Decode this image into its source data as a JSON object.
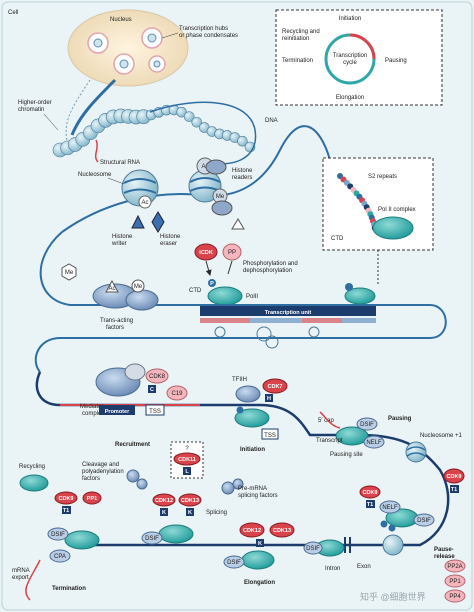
{
  "cell_label": "Cell",
  "nucleus": {
    "label": "Nucleus",
    "hubs_label": "Transcription hubs or phase condensates"
  },
  "cycle": {
    "initiation": "Initiation",
    "recycling": "Recycling and reinitiation",
    "pausing": "Pausing",
    "termination": "Termination",
    "center": "Transcription cycle",
    "elongation": "Elongation"
  },
  "chromatin": {
    "higher_order": "Higher-order chromatin",
    "dna": "DNA",
    "structural_rna": "Structural RNA"
  },
  "nucleosome": {
    "nucleosome": "Nucleosome",
    "histone_readers": "Histone readers",
    "histone_writer": "Histone writer",
    "histone_eraser": "Histone eraser",
    "ac": "Ac",
    "me": "Me"
  },
  "pol2": {
    "s2_repeats": "S2 repeats",
    "complex": "Pol II complex",
    "ctd": "CTD"
  },
  "phospho": {
    "tcdk": "tCDK",
    "pp": "PP",
    "label": "Phosphorylation and dephosphorylation",
    "ctd": "CTD",
    "pol2": "PolII",
    "p": "P"
  },
  "trans_acting": {
    "label": "Trans-acting factors",
    "ac": "Ac",
    "me": "Me"
  },
  "transcription_unit": "Transcription unit",
  "recruitment": {
    "mediator": "Mediator complex",
    "cdk8": "CDK8",
    "c": "C",
    "c19": "C19",
    "promoter": "Promoter",
    "tss": "TSS",
    "label": "Recruitment"
  },
  "initiation": {
    "tfiih": "TFIIH",
    "cdk7": "CDK7",
    "h": "H",
    "tss": "TSS",
    "label": "Initiation"
  },
  "cdk11": {
    "q": "?",
    "cdk11": "CDK11",
    "l": "L"
  },
  "pausing": {
    "label": "Pausing",
    "cap": "5′ cap",
    "dsif": "DSIF",
    "transcript": "Transcript",
    "nelf": "NELF",
    "pausing_site": "Pausing site",
    "nucleosome1": "Nucleosome +1"
  },
  "recycling": {
    "label": "Recycling"
  },
  "cleavage": {
    "label": "Cleavage and polyadenylation factors"
  },
  "termination": {
    "cdk9": "CDK9",
    "t1": "T1",
    "pp1": "PP1",
    "dsif": "DSIF",
    "cpa": "CPA",
    "mrna_export": "mRNA export",
    "label": "Termination"
  },
  "splicing": {
    "cdk12": "CDK12",
    "k": "K",
    "cdk13": "CDK13",
    "premrna": "Pre-mRNA splicing factors",
    "splicing": "Splicing",
    "dsif": "DSIF"
  },
  "elongation": {
    "cdk12": "CDK12",
    "cdk13": "CDK13",
    "k": "K",
    "dsif": "DSIF",
    "label": "Elongation"
  },
  "intron_exon": {
    "intron": "Intron",
    "exon": "Exon",
    "dsif": "DSIF"
  },
  "pause_release": {
    "cdk9": "CDK9",
    "t1": "T1",
    "nelf": "NELF",
    "dsif": "DSIF",
    "label": "Pause-release",
    "pp2a": "PP2A",
    "pp1": "PP1",
    "pp4": "PP4"
  },
  "watermark": "知乎 @细胞世界",
  "colors": {
    "teal": "#2ea7a6",
    "dark_blue": "#1d3c6e",
    "red": "#d9434b",
    "light_bg": "#eaf3f5",
    "pink": "#f4b6bc"
  }
}
